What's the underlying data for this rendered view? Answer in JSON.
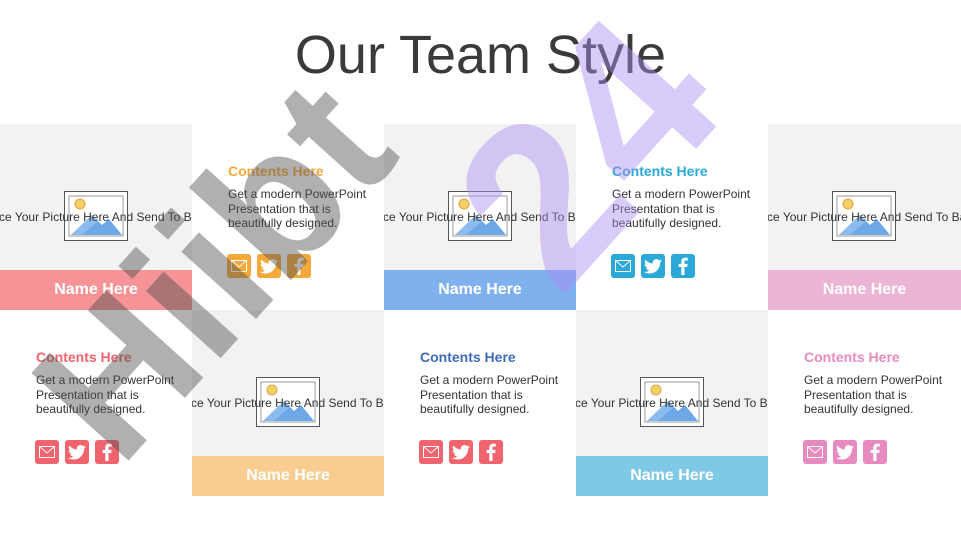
{
  "title": "Our Team Style",
  "placeholder_text": "Place Your Picture Here And Send To Back",
  "heading": "Contents Here",
  "description": "Get a modern PowerPoint Presentation that is beautifully designed.",
  "name": "Name Here",
  "watermark": "Hiibt24",
  "colors": {
    "red": "#f0646e",
    "orange": "#f5a93a",
    "blue": "#4c8ee8",
    "cyan": "#2aa8d8",
    "pink": "#e68ac0",
    "navy": "#3e6bb8"
  },
  "members": [
    {
      "row": 1,
      "name_color": "#f59397",
      "info_color": "#f5a93a"
    },
    {
      "row": 1,
      "name_color": "#7fb1ef",
      "info_color": "#2aa8d8"
    },
    {
      "row": 1,
      "name_color": "#edb5d5",
      "info_color": null
    },
    {
      "row": 2,
      "name_color": "#f8cd8f",
      "info_color": "#f0646e"
    },
    {
      "row": 2,
      "name_color": "#7ec9e6",
      "info_color": "#3e6bb8"
    }
  ],
  "icons": [
    "email-icon",
    "twitter-icon",
    "facebook-icon"
  ]
}
